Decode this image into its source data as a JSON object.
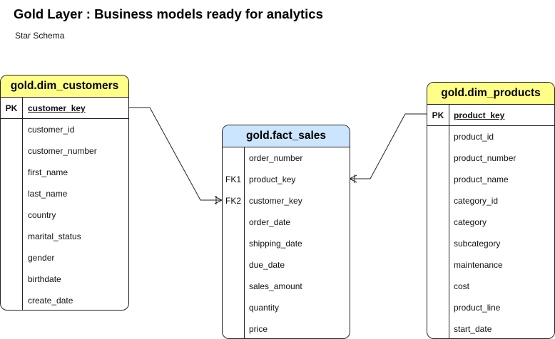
{
  "title": "Gold Layer : Business models ready for analytics",
  "subtitle": "Star Schema",
  "colors": {
    "dimension_header": "#ffff88",
    "fact_header": "#cce5ff",
    "line": "#222222"
  },
  "tables": {
    "dim_customers": {
      "name": "gold.dim_customers",
      "pk": {
        "key": "PK",
        "field": "customer_key"
      },
      "fields": [
        "customer_id",
        "customer_number",
        "first_name",
        "last_name",
        "country",
        "marital_status",
        "gender",
        "birthdate",
        "create_date"
      ]
    },
    "fact_sales": {
      "name": "gold.fact_sales",
      "rows": [
        {
          "key": "",
          "field": "order_number"
        },
        {
          "key": "FK1",
          "field": "product_key"
        },
        {
          "key": "FK2",
          "field": "customer_key"
        },
        {
          "key": "",
          "field": "order_date"
        },
        {
          "key": "",
          "field": "shipping_date"
        },
        {
          "key": "",
          "field": "due_date"
        },
        {
          "key": "",
          "field": "sales_amount"
        },
        {
          "key": "",
          "field": "quantity"
        },
        {
          "key": "",
          "field": "price"
        }
      ]
    },
    "dim_products": {
      "name": "gold.dim_products",
      "pk": {
        "key": "PK",
        "field": "product_key"
      },
      "fields": [
        "product_id",
        "product_number",
        "product_name",
        "category_id",
        "category",
        "subcategory",
        "maintenance",
        "cost",
        "product_line",
        "start_date"
      ]
    }
  },
  "relationships": [
    {
      "from": "dim_customers.customer_key",
      "to": "fact_sales.customer_key",
      "cardinality": "one-to-many"
    },
    {
      "from": "dim_products.product_key",
      "to": "fact_sales.product_key",
      "cardinality": "one-to-many"
    }
  ]
}
